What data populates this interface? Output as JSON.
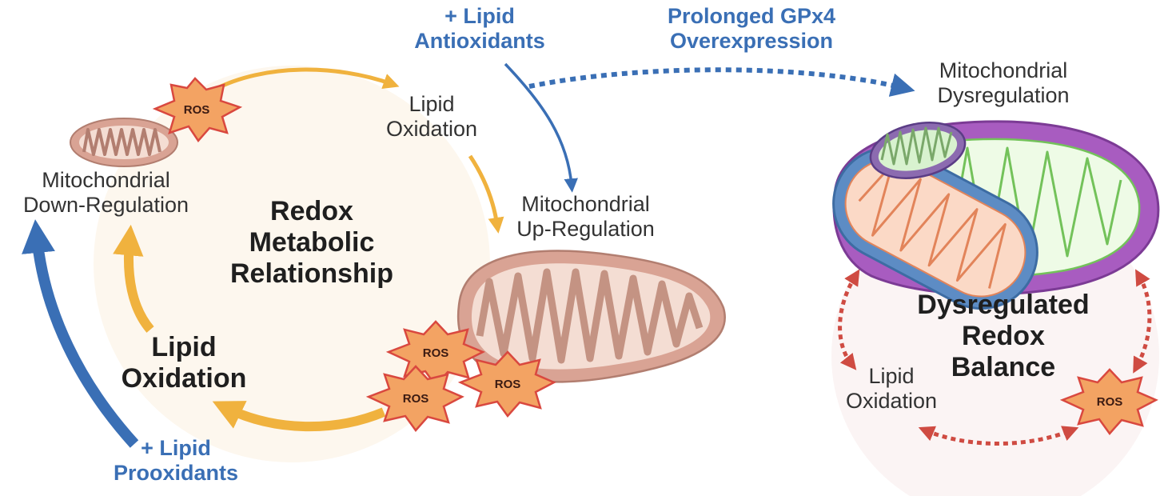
{
  "labels": {
    "lipid_antioxidants": [
      "+ Lipid",
      "Antioxidants"
    ],
    "prolonged_gpx4": [
      "Prolonged GPx4",
      "Overexpression"
    ],
    "lipid_oxidation_top": [
      "Lipid",
      "Oxidation"
    ],
    "mito_down": [
      "Mitochondrial",
      "Down-Regulation"
    ],
    "mito_up": [
      "Mitochondrial",
      "Up-Regulation"
    ],
    "redox_metabolic": [
      "Redox",
      "Metabolic",
      "Relationship"
    ],
    "lipid_oxidation_left": [
      "Lipid",
      "Oxidation"
    ],
    "lipid_prooxidants": [
      "+ Lipid",
      "Prooxidants"
    ],
    "mito_dysregulation": [
      "Mitochondrial",
      "Dysregulation"
    ],
    "dysregulated_redox": [
      "Dysregulated",
      "Redox",
      "Balance"
    ],
    "lipid_oxidation_right": [
      "Lipid",
      "Oxidation"
    ],
    "ros": "ROS"
  },
  "colors": {
    "cycle_bg": "#fdf7ee",
    "orange_arrow": "#f0b23e",
    "blue_arrow": "#3a6fb5",
    "red_dashed": "#cf4b42",
    "ros_fill": "#f3a363",
    "ros_stroke": "#d9483f",
    "mito_outer": "#d9a394",
    "mito_inner": "#f4ddd3",
    "purple_mito": "#a85cc0",
    "green_inner": "#eefbe6",
    "blue_mito": "#5d8cc4",
    "peach_inner": "#fbd9c6"
  }
}
